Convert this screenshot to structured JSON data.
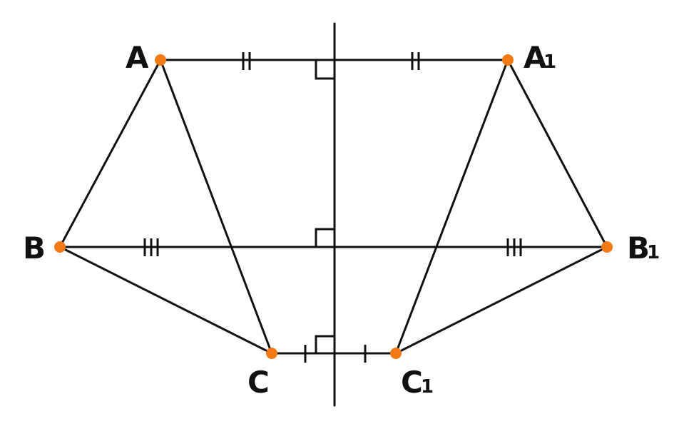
{
  "diagram": {
    "labels": {
      "A": "A",
      "B": "B",
      "C": "C",
      "A1_main": "A",
      "A1_sub": "1",
      "B1_main": "B",
      "B1_sub": "1",
      "C1_main": "C",
      "C1_sub": "1"
    },
    "point_color": "#f37a14",
    "line_color": "#111111"
  }
}
